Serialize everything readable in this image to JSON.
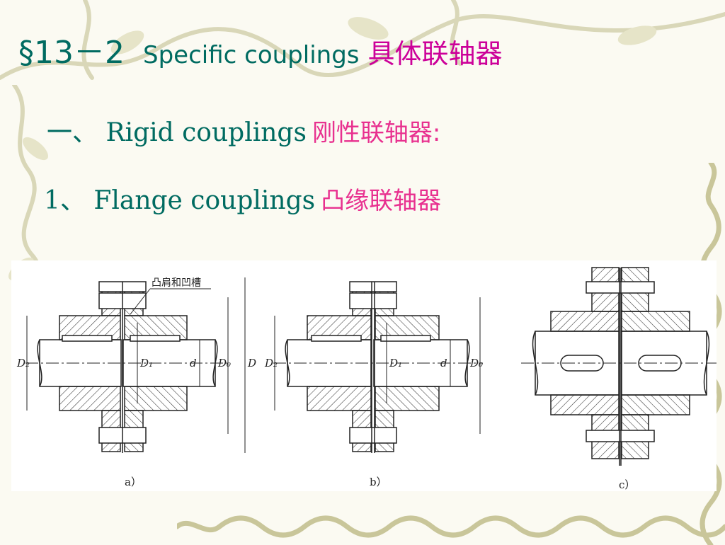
{
  "title": {
    "section": "§13－2",
    "english": "Specific couplings",
    "chinese": "具体联轴器"
  },
  "heading1": {
    "prefix": "一、",
    "english": "Rigid couplings",
    "chinese": "刚性联轴器:"
  },
  "heading2": {
    "prefix": "1、",
    "english": "Flange couplings",
    "chinese": "凸缘联轴器"
  },
  "figure": {
    "annotation": "凸肩和凹槽",
    "labels": {
      "a": "a）",
      "b": "b）",
      "c": "c）"
    },
    "dims_a": [
      "D₂",
      "D₁",
      "d",
      "D₀",
      "D"
    ],
    "dims_b": [
      "D₂",
      "D₁",
      "d",
      "D₀"
    ]
  },
  "colors": {
    "title_green": "#006b61",
    "chinese_magenta": "#cc0099",
    "chinese_pink": "#e8308f"
  }
}
